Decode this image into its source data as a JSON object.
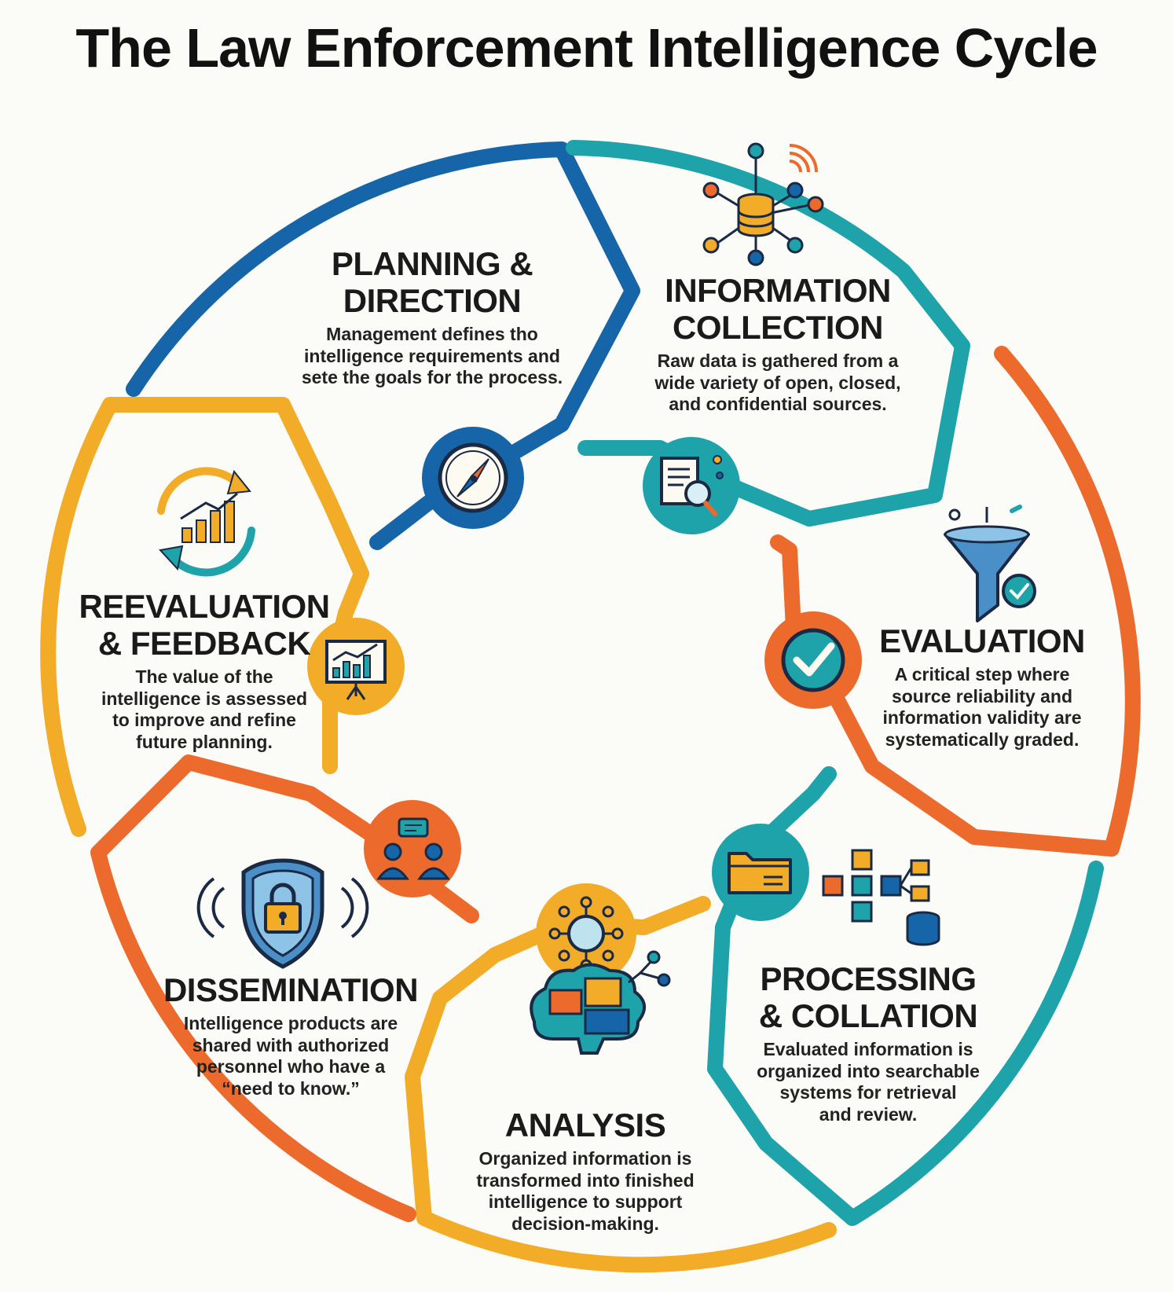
{
  "title": "The Law Enforcement Intelligence Cycle",
  "colors": {
    "blue": "#1565a8",
    "teal": "#1ea3aa",
    "orange": "#ec6a2c",
    "yellow": "#f2ac27"
  },
  "stages": [
    {
      "name": "PLANNING &\nDIRECTION",
      "description": "Management defines tho\nintelligence requirements and\nsete the goals for the process.",
      "icon": "compass-icon"
    },
    {
      "name": "INFORMATION\nCOLLECTION",
      "description": "Raw data is gathered from a\nwide variety of open, closed,\nand confidential sources.",
      "icon": "document-search-icon"
    },
    {
      "name": "EVALUATION",
      "description": "A critical step where\nsource reliability and\ninformation validity are\nsystematically graded.",
      "icon": "checkmark-icon"
    },
    {
      "name": "PROCESSING\n& COLLATION",
      "description": "Evaluated information is\norganized into searchable\nsystems for retrieval\nand review.",
      "icon": "folder-icon"
    },
    {
      "name": "ANALYSIS",
      "description": "Organized information is\ntransformed into finished\nintelligence to support\ndecision-making.",
      "icon": "network-icon"
    },
    {
      "name": "DISSEMINATION",
      "description": "Intelligence products are\nshared with authorized\npersonnel who have a\n“need to know.”",
      "icon": "people-chat-icon"
    },
    {
      "name": "REEVALUATION\n& FEEDBACK",
      "description": "The value of the\nintelligence is assessed\nto improve and refine\nfuture planning.",
      "icon": "presentation-chart-icon"
    }
  ]
}
